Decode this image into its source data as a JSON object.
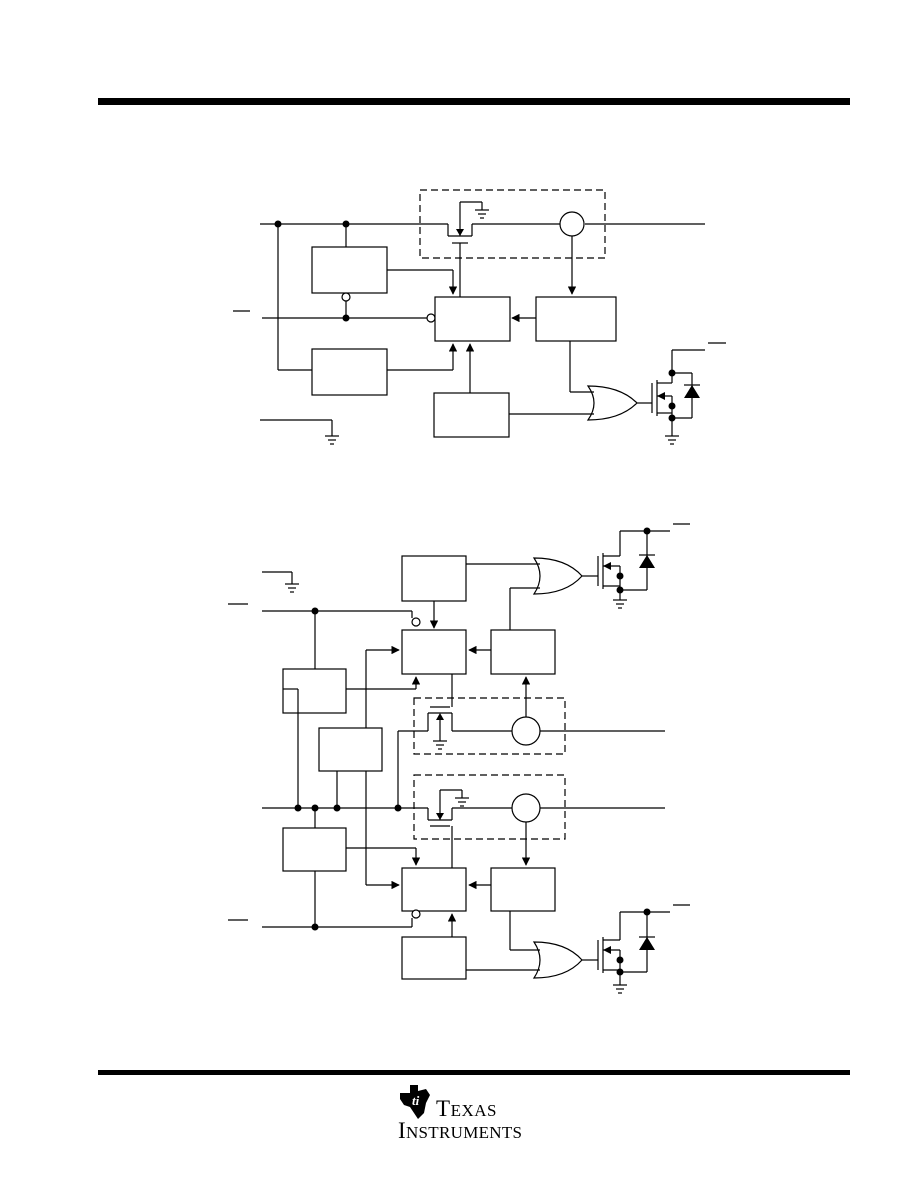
{
  "page": {
    "kind": "datasheet-page",
    "sections": 2
  },
  "logo": {
    "brand_icon": "ti-state-icon",
    "line1_initial": "T",
    "line1_rest": "EXAS",
    "line2_initial": "I",
    "line2_rest": "NSTRUMENTS"
  }
}
